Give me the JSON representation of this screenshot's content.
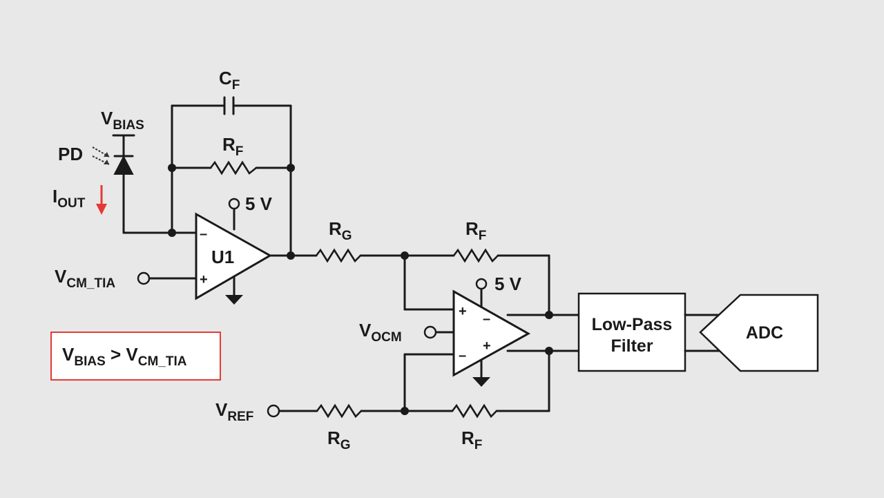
{
  "diagram": {
    "labels": {
      "pd": "PD",
      "vbias_main": "V",
      "vbias_sub": "BIAS",
      "cf_main": "C",
      "cf_sub": "F",
      "rf1_main": "R",
      "rf1_sub": "F",
      "iout_main": "I",
      "iout_sub": "OUT",
      "supply_top": "5 V",
      "u1": "U1",
      "vcm_main": "V",
      "vcm_sub": "CM_TIA",
      "rg1_main": "R",
      "rg1_sub": "G",
      "rf2_main": "R",
      "rf2_sub": "F",
      "supply_diff": "5 V",
      "vocm_main": "V",
      "vocm_sub": "OCM",
      "vref_main": "V",
      "vref_sub": "REF",
      "rg2_main": "R",
      "rg2_sub": "G",
      "rf3_main": "R",
      "rf3_sub": "F",
      "minus": "–",
      "plus": "+"
    },
    "blocks": {
      "lpf_line1": "Low-Pass",
      "lpf_line2": "Filter",
      "adc": "ADC"
    },
    "condition": {
      "a_main": "V",
      "a_sub": "BIAS",
      "op": " > ",
      "b_main": "V",
      "b_sub": "CM_TIA"
    },
    "colors": {
      "wire": "#1a1a1a",
      "background": "#e8e8e8",
      "highlight": "#e53935"
    }
  }
}
